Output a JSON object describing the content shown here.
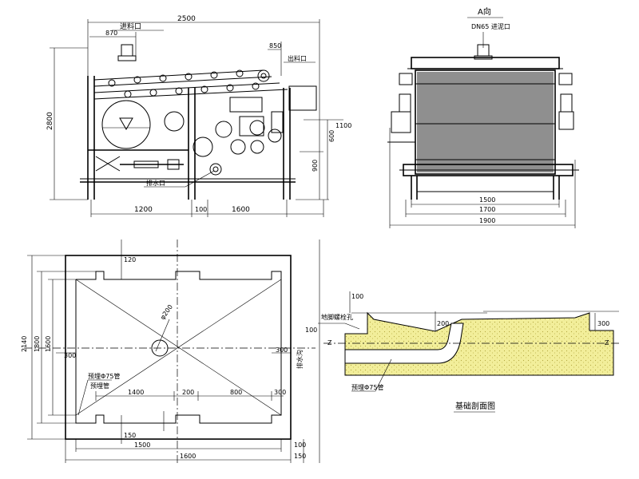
{
  "views": {
    "side": {
      "feed_inlet_label": "进料口",
      "discharge_label": "出料口",
      "dims": {
        "overall_length": "2500",
        "top_offset": "870",
        "right_top": "850",
        "height": "2800",
        "right_h1": "600",
        "right_h2": "900",
        "right_h3": "1100",
        "bottom_left": "1200",
        "bottom_mid": "100",
        "bottom_right": "1600"
      },
      "drain_label": "排水口"
    },
    "end": {
      "header_label": "A向",
      "header_sub": "DN65 进泥口",
      "dims": {
        "width_inner": "1500",
        "width_mid": "1700",
        "width_outer": "1900"
      }
    },
    "plan": {
      "dims": {
        "left_outer": "2140",
        "left_inner": "1800",
        "left_core": "1600",
        "top_notch": "120",
        "center_hole": "φ200",
        "left_off": "300",
        "right_off": "300",
        "seg1": "1400",
        "seg2": "200",
        "seg3": "800",
        "seg4": "300",
        "bottom_notch": "150",
        "bottom_w1": "1500",
        "bottom_w2": "1600",
        "right_small": "100",
        "bottom_right1": "100",
        "bottom_right2": "150"
      },
      "notes": {
        "left_pipe": "预埋Φ75管",
        "right_drain": "排水沟",
        "left_pipe2": "预埋管"
      }
    },
    "section": {
      "dims": {
        "top_h": "100",
        "right_h": "300",
        "mid_h": "200"
      },
      "notes": {
        "left_note": "地脚螺栓孔",
        "bottom_note": "预埋Φ75管"
      },
      "title": "基础剖面图"
    }
  }
}
